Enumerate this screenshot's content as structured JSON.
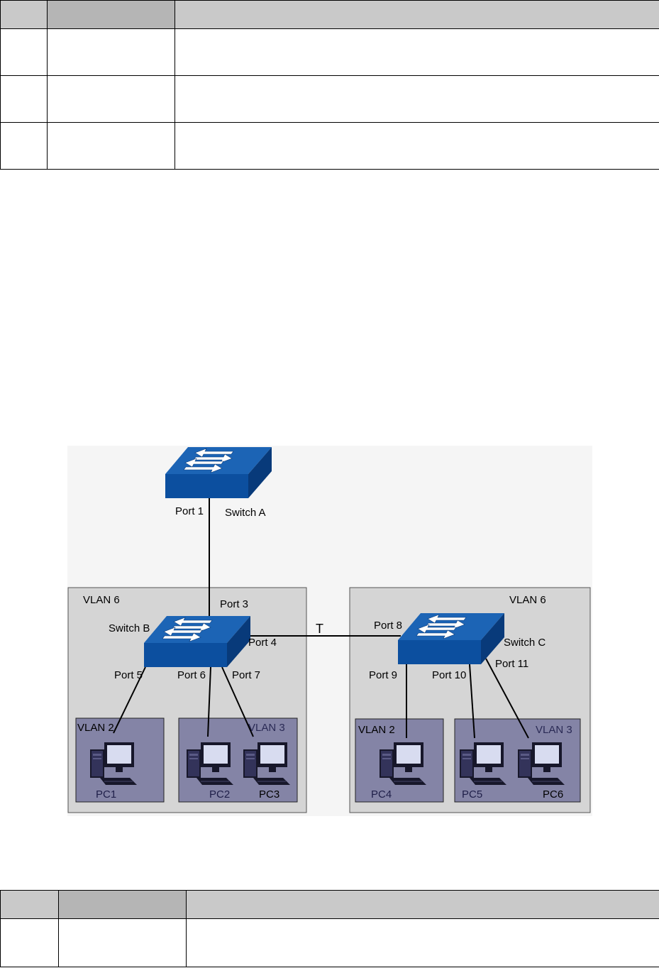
{
  "top_table": {
    "rows": 4
  },
  "bottom_table": {
    "rows": 2
  },
  "diagram": {
    "switches": [
      {
        "id": "switch-a",
        "label": "Switch A"
      },
      {
        "id": "switch-b",
        "label": "Switch B"
      },
      {
        "id": "switch-c",
        "label": "Switch C"
      }
    ],
    "ports": {
      "p1": "Port 1",
      "p3": "Port 3",
      "p4": "Port 4",
      "p5": "Port 5",
      "p6": "Port 6",
      "p7": "Port 7",
      "p8": "Port 8",
      "p9": "Port 9",
      "p10": "Port 10",
      "p11": "Port 11"
    },
    "trunk_label": "T",
    "left_group": {
      "vlan": "VLAN 6",
      "sub1": {
        "vlan": "VLAN 2",
        "pcs": [
          "PC1"
        ]
      },
      "sub2": {
        "vlan": "VLAN 3",
        "pcs": [
          "PC2",
          "PC3"
        ]
      }
    },
    "right_group": {
      "vlan": "VLAN 6",
      "sub1": {
        "vlan": "VLAN 2",
        "pcs": [
          "PC4"
        ]
      },
      "sub2": {
        "vlan": "VLAN 3",
        "pcs": [
          "PC5",
          "PC6"
        ]
      }
    },
    "colors": {
      "switch_top": "#1c64b5",
      "switch_front": "#0c4f9f",
      "switch_side": "#083a7a",
      "group_bg": "#d5d5d5",
      "subgroup_bg": "#8484a6",
      "pc_body": "#17172a"
    }
  }
}
